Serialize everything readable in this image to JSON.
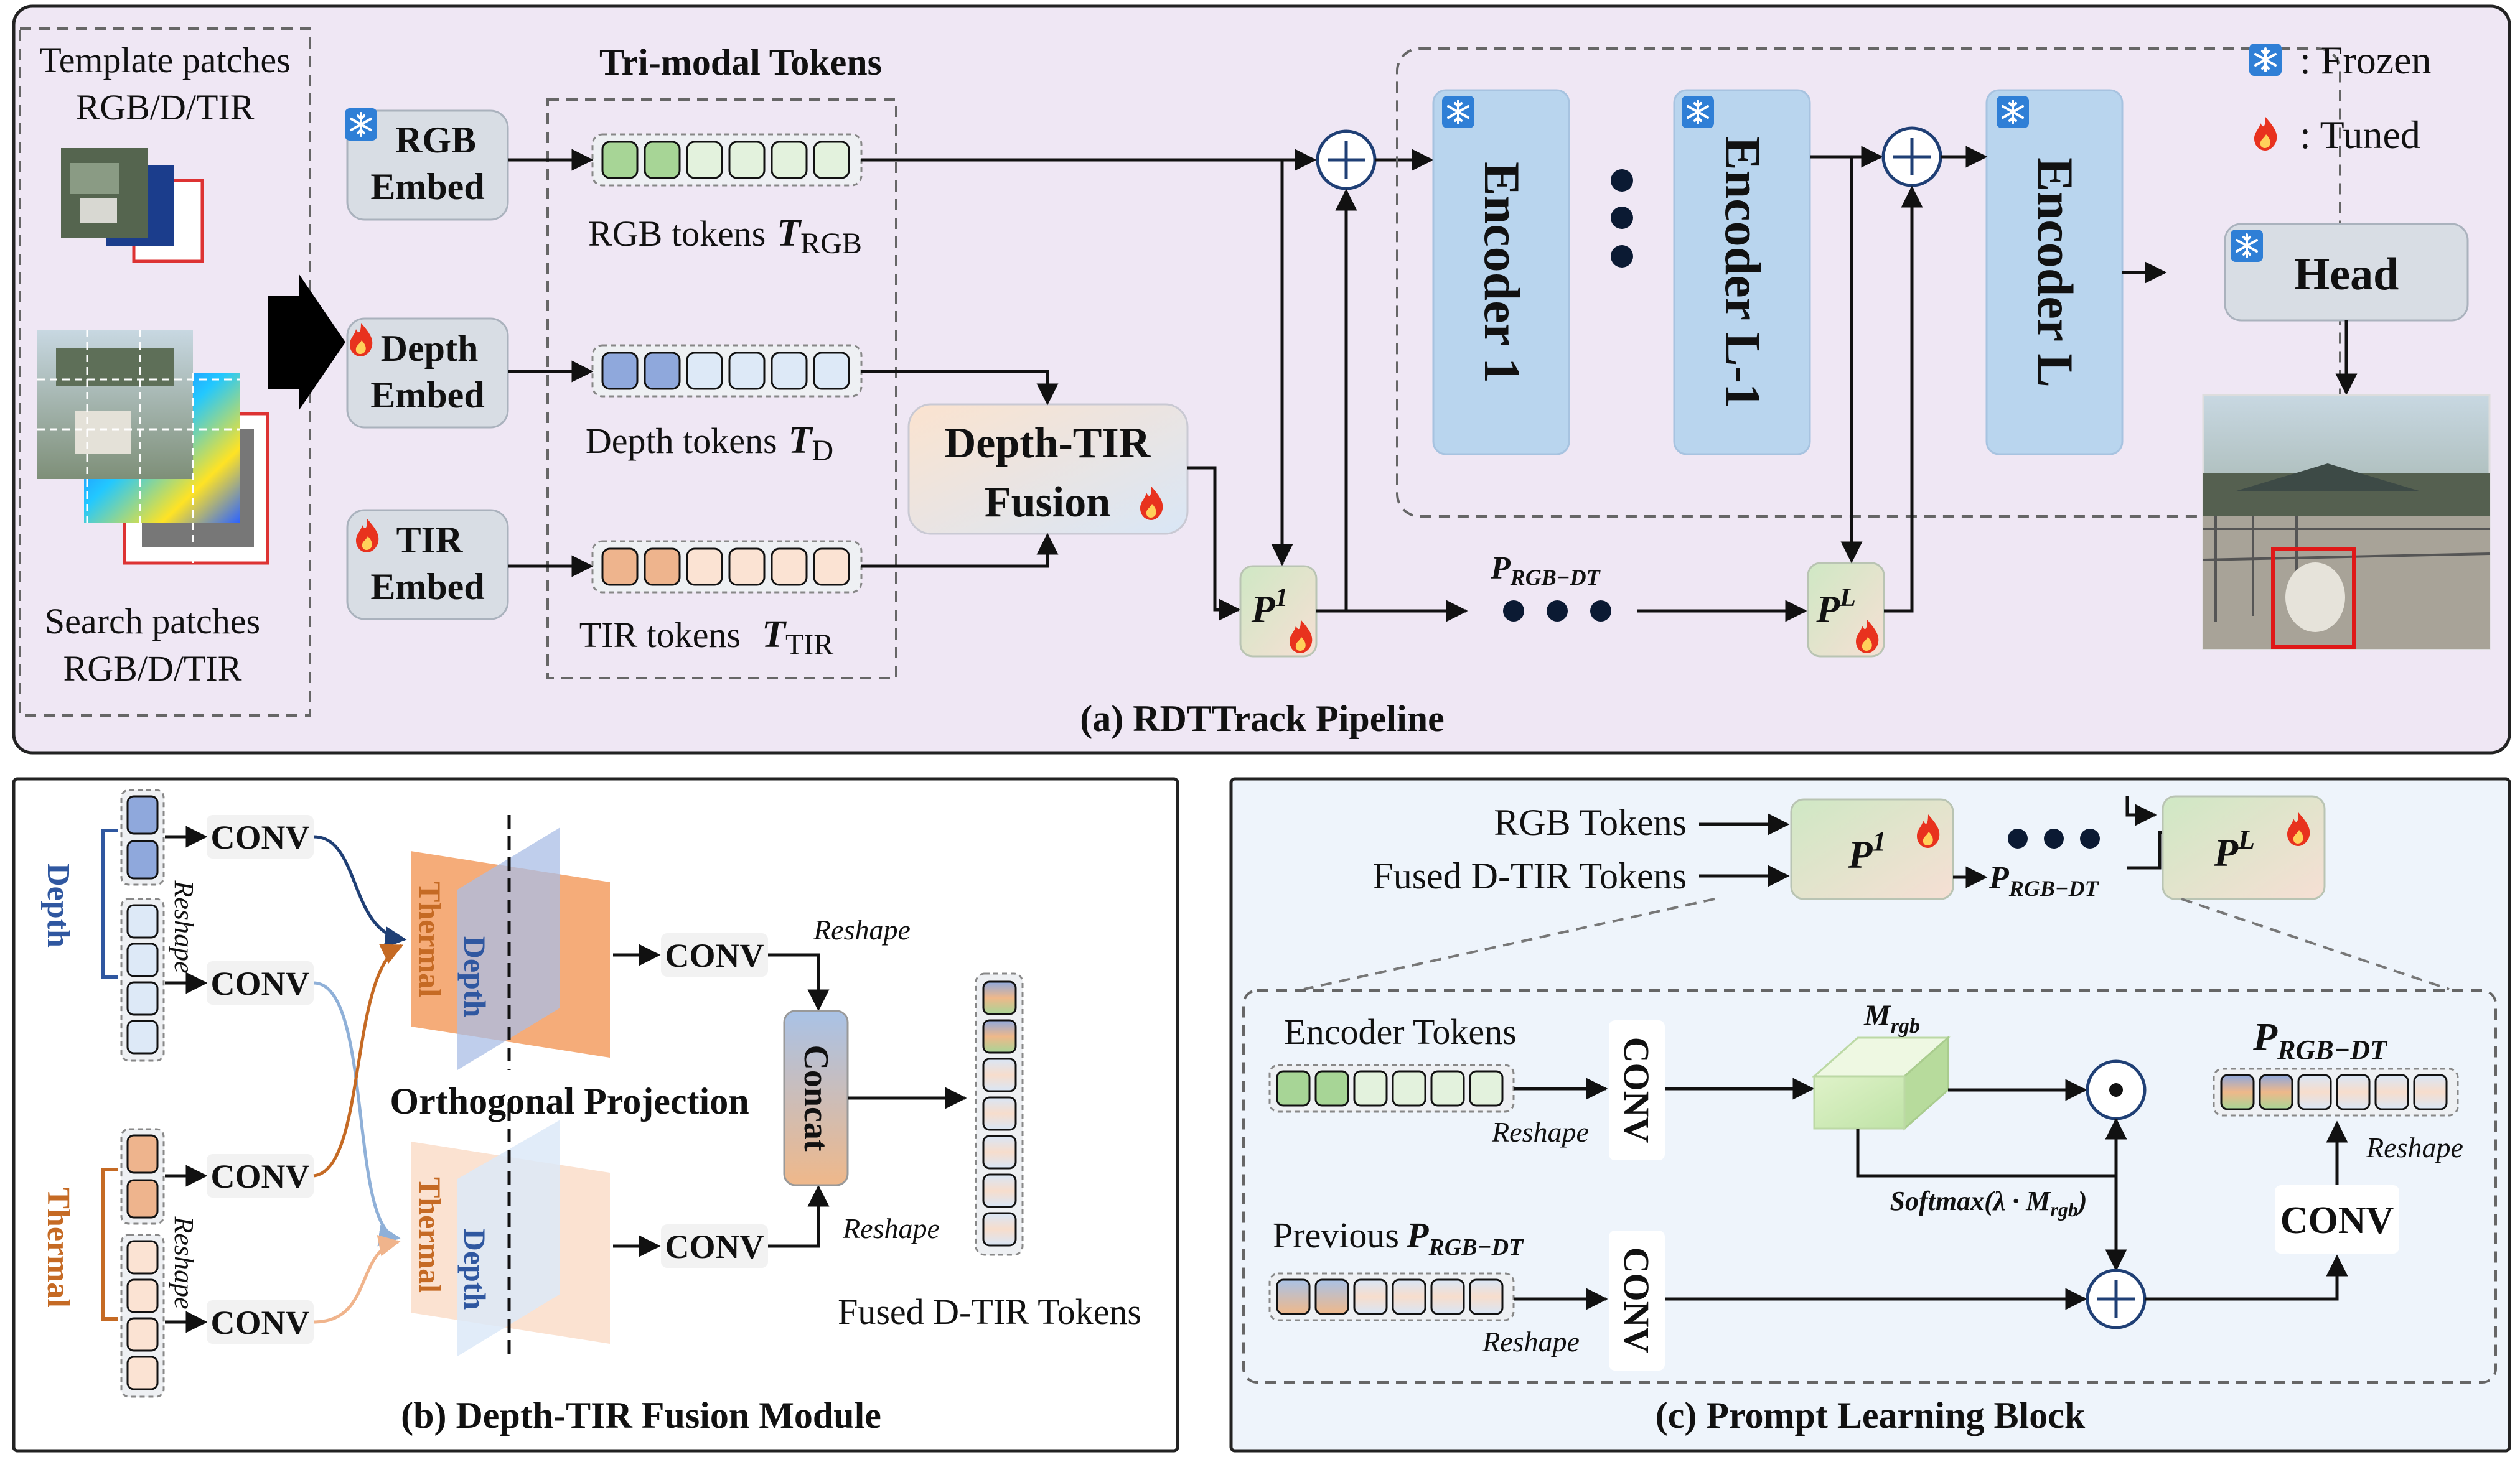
{
  "panel_a": {
    "caption": "(a) RDTTrack Pipeline",
    "template_label": [
      "Template patches",
      "RGB/D/TIR"
    ],
    "search_label": [
      "Search patches",
      "RGB/D/TIR"
    ],
    "trimodal_title": "Tri-modal Tokens",
    "rgb_embed": [
      "RGB",
      "Embed"
    ],
    "depth_embed": [
      "Depth",
      "Embed"
    ],
    "tir_embed": [
      "TIR",
      "Embed"
    ],
    "rgb_tokens": "RGB tokens",
    "rgb_sym": "T",
    "rgb_sub": "RGB",
    "depth_tokens": "Depth tokens",
    "depth_sym": "T",
    "depth_sub": "D",
    "tir_tokens": "TIR tokens",
    "tir_sym": "T",
    "tir_sub": "TIR",
    "fusion": [
      "Depth-TIR",
      "Fusion"
    ],
    "encoder_1": "Encoder 1",
    "encoder_l1": "Encoder L-1",
    "encoder_l": "Encoder L",
    "head": "Head",
    "p1": "P",
    "p1_sup": "1",
    "pl": "P",
    "pl_sup": "L",
    "p_rgb_dt": "P",
    "p_rgb_dt_sub": "RGB−DT",
    "legend_frozen": ": Frozen",
    "legend_tuned": ": Tuned"
  },
  "panel_b": {
    "caption": "(b)  Depth-TIR Fusion Module",
    "depth_label": "Depth",
    "thermal_label": "Thermal",
    "reshape": "Reshape",
    "conv": "CONV",
    "thermal_plane": "Thermal",
    "depth_plane": "Depth",
    "orthogonal": "Orthogonal Projection",
    "concat": "Concat",
    "fused": "Fused D-TIR Tokens"
  },
  "panel_c": {
    "caption": "(c) Prompt Learning Block",
    "rgb_tokens": "RGB Tokens",
    "fused_tokens": "Fused D-TIR Tokens",
    "p1": "P",
    "p1_sup": "1",
    "pl": "P",
    "pl_sup": "L",
    "p_sym": "P",
    "p_sub": "RGB−DT",
    "encoder_tokens": "Encoder Tokens",
    "reshape": "Reshape",
    "conv": "CONV",
    "m_sym": "M",
    "m_sub": "rgb",
    "softmax": "Softmax(λ · M",
    "softmax_sub": "rgb",
    "softmax_end": ")",
    "previous": "Previous",
    "out_p": "P",
    "out_p_sub": "RGB−DT"
  },
  "colors": {
    "panel_a_bg": "#efe7f4",
    "encoder_fill": "#b9d5ee",
    "rgb_token": "#a7d596",
    "depth_token": "#8fa8dc",
    "tir_token": "#eeb48d",
    "flame": "#e8321e",
    "snow": "#2f7fd6"
  }
}
